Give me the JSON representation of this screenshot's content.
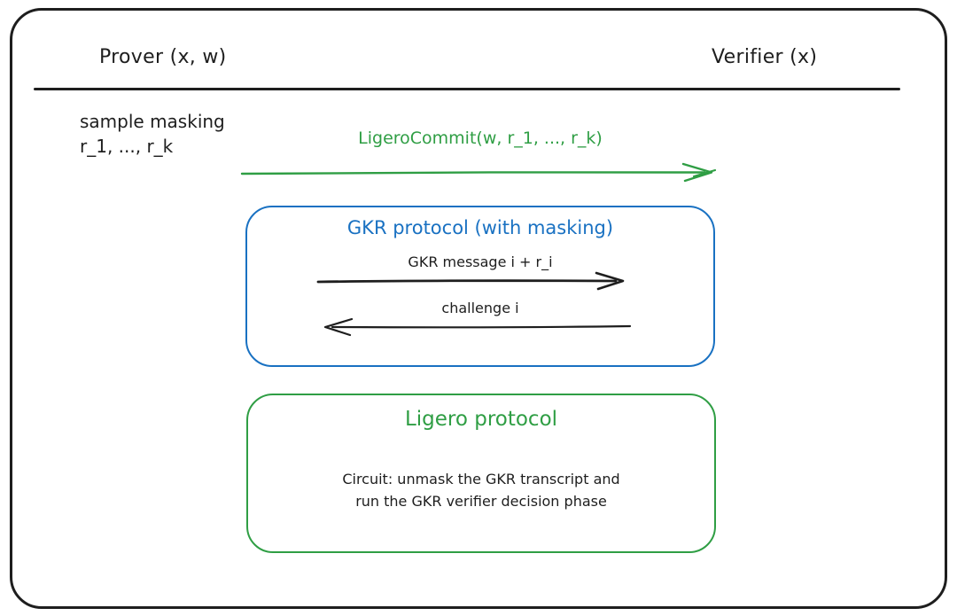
{
  "diagram": {
    "colors": {
      "ink": "#1e1e1e",
      "green": "#2f9e44",
      "blue": "#1971c2",
      "background": "#ffffff"
    },
    "header": {
      "prover": "Prover (x, w)",
      "verifier": "Verifier (x)"
    },
    "prover_note": {
      "line1": "sample masking",
      "line2": "r_1, ..., r_k"
    },
    "commit_message": {
      "label": "LigeroCommit(w, r_1, ..., r_k)",
      "direction": "right",
      "from": "Prover",
      "to": "Verifier"
    },
    "gkr_box": {
      "title": "GKR protocol (with masking)",
      "messages": [
        {
          "label": "GKR message i + r_i",
          "direction": "right"
        },
        {
          "label": "challenge i",
          "direction": "left"
        }
      ]
    },
    "ligero_box": {
      "title": "Ligero protocol",
      "body_line1": "Circuit: unmask the GKR transcript and",
      "body_line2": "run the GKR verifier decision phase"
    }
  }
}
